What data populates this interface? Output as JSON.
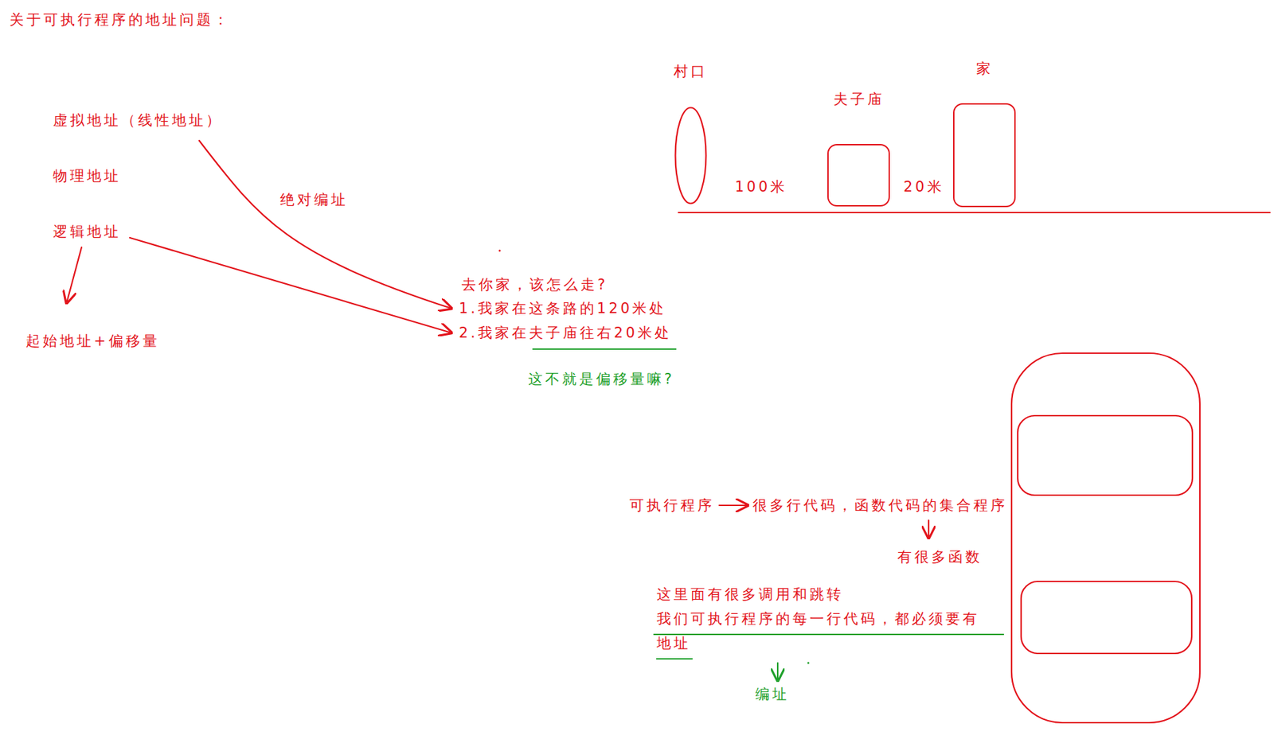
{
  "diagram": {
    "title": "关于可执行程序的地址问题：",
    "nodes": [
      {
        "text": [
          "村口"
        ]
      },
      {
        "text": [
          "夫子庙"
        ]
      },
      {
        "text": [
          "家"
        ]
      }
    ],
    "labels": [
      "虚拟地址（线性地址）",
      "物理地址",
      "逻辑地址",
      "绝对编址",
      "起始地址+偏移量",
      "去你家，该怎么走?",
      "1.我家在这条路的120米处",
      "2.我家在夫子庙往右20米处",
      "这不就是偏移量嘛?",
      "100米",
      "20米",
      "可执行程序",
      "很多行代码，函数代码的集合程序",
      "有很多函数",
      "这里面有很多调用和跳转",
      "我们可执行程序的每一行代码，都必须要有地址",
      "编址"
    ]
  }
}
